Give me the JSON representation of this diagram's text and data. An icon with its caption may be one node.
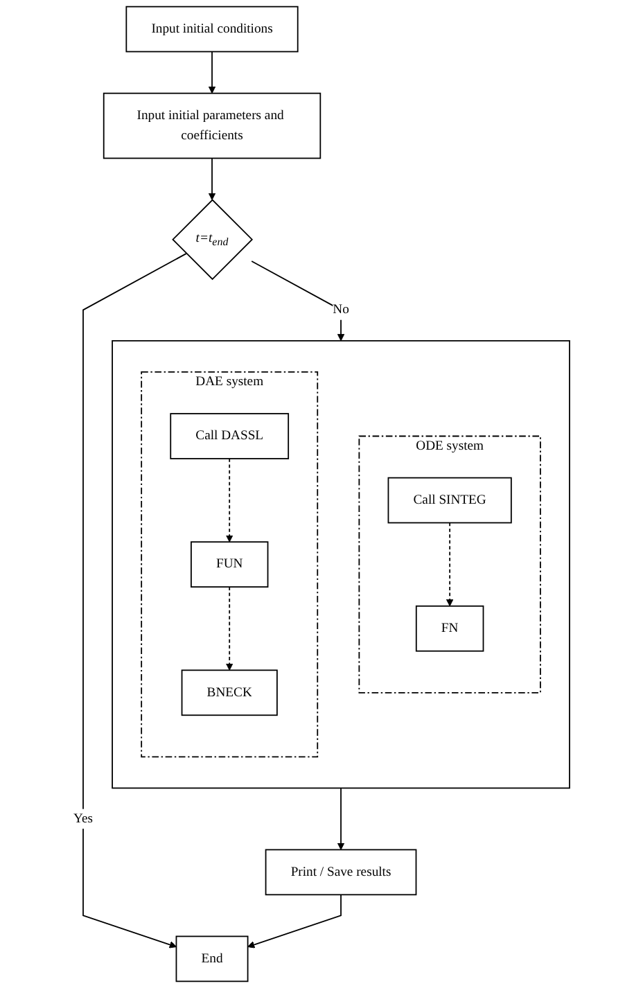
{
  "diagram": {
    "nodes": [
      {
        "text": [
          "Input initial conditions"
        ]
      },
      {
        "text": [
          "Input initial parameters and coefficients"
        ]
      },
      {
        "text": [
          "t=t$_{end}$"
        ]
      },
      {
        "text": [],
        "shape": "box"
      },
      {
        "text": [
          "ODE system"
        ],
        "in": 3
      },
      {
        "text": [
          "Call SINTEG"
        ],
        "in": 4
      },
      {
        "text": [
          "FN"
        ],
        "in": 4
      },
      {
        "text": [
          "DAE system"
        ],
        "in": 3
      },
      {
        "text": [
          "Call DASSL"
        ],
        "in": 7
      },
      {
        "text": [
          "FUN"
        ],
        "in": 7
      },
      {
        "text": [
          "BNECK"
        ],
        "in": 7
      },
      {
        "text": [
          "Print / Save results"
        ]
      },
      {
        "text": [
          "End"
        ]
      }
    ],
    "edges": [
      {
        "from": 0,
        "to": 1,
        "arrow": "to"
      },
      {
        "from": 1,
        "to": 2,
        "arrow": "to"
      },
      {
        "from": 2,
        "to": 12,
        "label": "Yes",
        "arrow": "to"
      },
      {
        "from": 2,
        "to": 3,
        "label": "No",
        "arrow": "to"
      },
      {
        "from": 5,
        "to": 6,
        "arrow": "to",
        "style": "dashed"
      },
      {
        "from": 8,
        "to": 9,
        "arrow": "to",
        "style": "dashed"
      },
      {
        "from": 9,
        "to": 10,
        "arrow": "to",
        "style": "dashed"
      },
      {
        "from": 3,
        "to": 11,
        "arrow": "to"
      },
      {
        "from": 11,
        "to": 12,
        "arrow": "to"
      }
    ]
  }
}
